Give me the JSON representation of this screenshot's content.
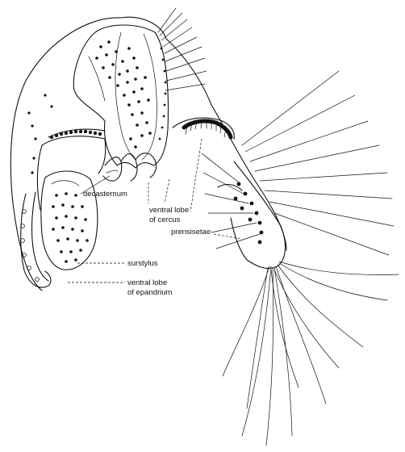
{
  "labels": {
    "decasternum": "decasternum",
    "ventral_lobe_cercus_1": "ventral lobe",
    "ventral_lobe_cercus_2": "of cercus",
    "prensisetae": "prensisetae",
    "surstylus": "surstylus",
    "ventral_lobe_epandrium_1": "ventral lobe",
    "ventral_lobe_epandrium_2": "of epandrium"
  },
  "colors": {
    "ink": "#111111",
    "background": "#ffffff"
  }
}
